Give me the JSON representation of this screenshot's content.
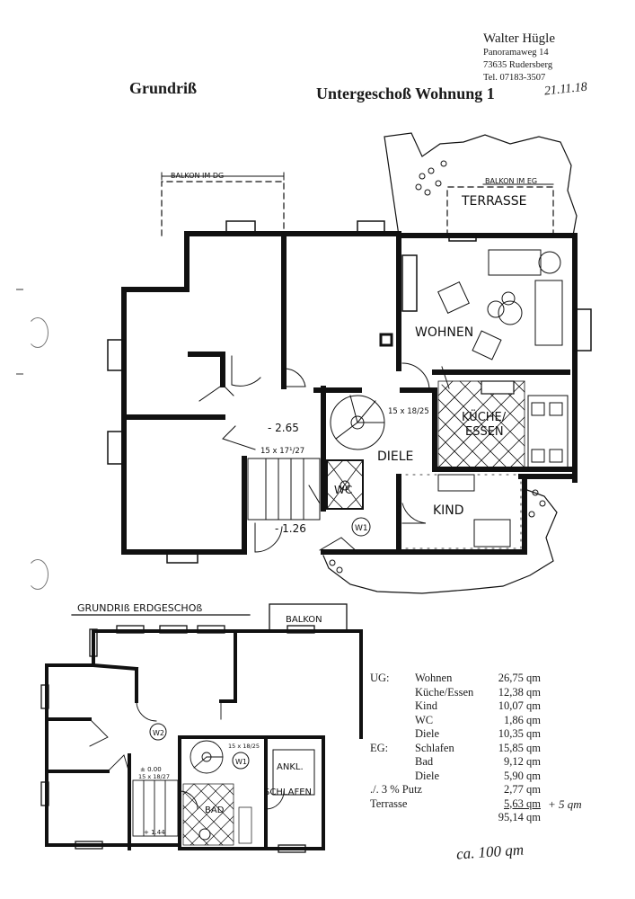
{
  "header": {
    "title_left": "Grundriß",
    "title_right": "Untergeschoß Wohnung 1",
    "sender": {
      "name": "Walter Hügle",
      "street": "Panoramaweg 14",
      "city": "73635 Rudersberg",
      "phone": "Tel. 07183-3507"
    },
    "handwritten_number": "21.11.18"
  },
  "ug_plan": {
    "balkon_dg": "BALKON IM DG",
    "balkon_eg": "BALKON IM EG",
    "terrasse": "TERRASSE",
    "wohnen": "WOHNEN",
    "kueche_line1": "KÜCHE/",
    "kueche_line2": "ESSEN",
    "diele": "DIELE",
    "kind": "KIND",
    "wc": "WC",
    "w1": "W1",
    "level_1": "- 2.65",
    "level_2": "- 1.26",
    "stair_1": "15 x 17¹/27",
    "stair_2": "15 x 18/25"
  },
  "eg_plan": {
    "title": "GRUNDRIß  ERDGESCHOß",
    "balkon": "BALKON",
    "w2": "W2",
    "w1": "W1",
    "level_0": "± 0.00",
    "stair_1": "15 x 18/27",
    "stair_2": "15 x 18/25",
    "level_up": "+ 1.44",
    "ankl": "ANKL.",
    "schlafen": "SCHLAFEN",
    "bad": "BAD"
  },
  "area_table": {
    "rows": [
      {
        "floor": "UG:",
        "room": "Wohnen",
        "value": "26,75 qm"
      },
      {
        "floor": "",
        "room": "Küche/Essen",
        "value": "12,38 qm"
      },
      {
        "floor": "",
        "room": "Kind",
        "value": "10,07 qm"
      },
      {
        "floor": "",
        "room": "WC",
        "value": "1,86 qm"
      },
      {
        "floor": "",
        "room": "Diele",
        "value": "10,35 qm"
      },
      {
        "floor": "EG:",
        "room": "Schlafen",
        "value": "15,85 qm"
      },
      {
        "floor": "",
        "room": "Bad",
        "value": "9,12 qm"
      },
      {
        "floor": "",
        "room": "Diele",
        "value": "5,90 qm"
      },
      {
        "floor": "./. 3 % Putz",
        "room": "",
        "value": "2,77 qm"
      },
      {
        "floor": "Terrasse",
        "room": "",
        "value": "5,63 qm"
      },
      {
        "floor": "",
        "room": "",
        "value": "95,14 qm"
      }
    ],
    "terrasse_note": "+ 5 qm",
    "handwritten_total": "ca. 100 qm"
  }
}
